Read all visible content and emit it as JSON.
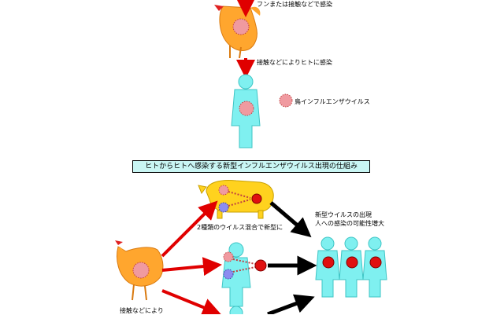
{
  "texts": {
    "top_caption": "フンまたは接触などで感染",
    "contact_infect": "接触などによりヒトに感染",
    "legend_label": "鳥インフルエンザウイルス",
    "section_title": "ヒトからヒトへ感染する新型インフルエンザウイルス出現の仕組み",
    "pig_mix": "2種類のウイルス混合で新型に",
    "new_virus_line1": "新型ウイルスの出現",
    "new_virus_line2": "人への感染の可能性増大",
    "bottom_caption": "接触などにより"
  },
  "colors": {
    "human": "#7ff0f0",
    "human_outline": "#3fc5c5",
    "chicken_body": "#ffa62e",
    "comb": "#e02020",
    "pig": "#ffd21e",
    "bird_virus": "#f09aa0",
    "human_virus": "#8c8cf0",
    "new_virus": "#e01010",
    "arrow_red": "#e00000",
    "arrow_black": "#000000"
  }
}
